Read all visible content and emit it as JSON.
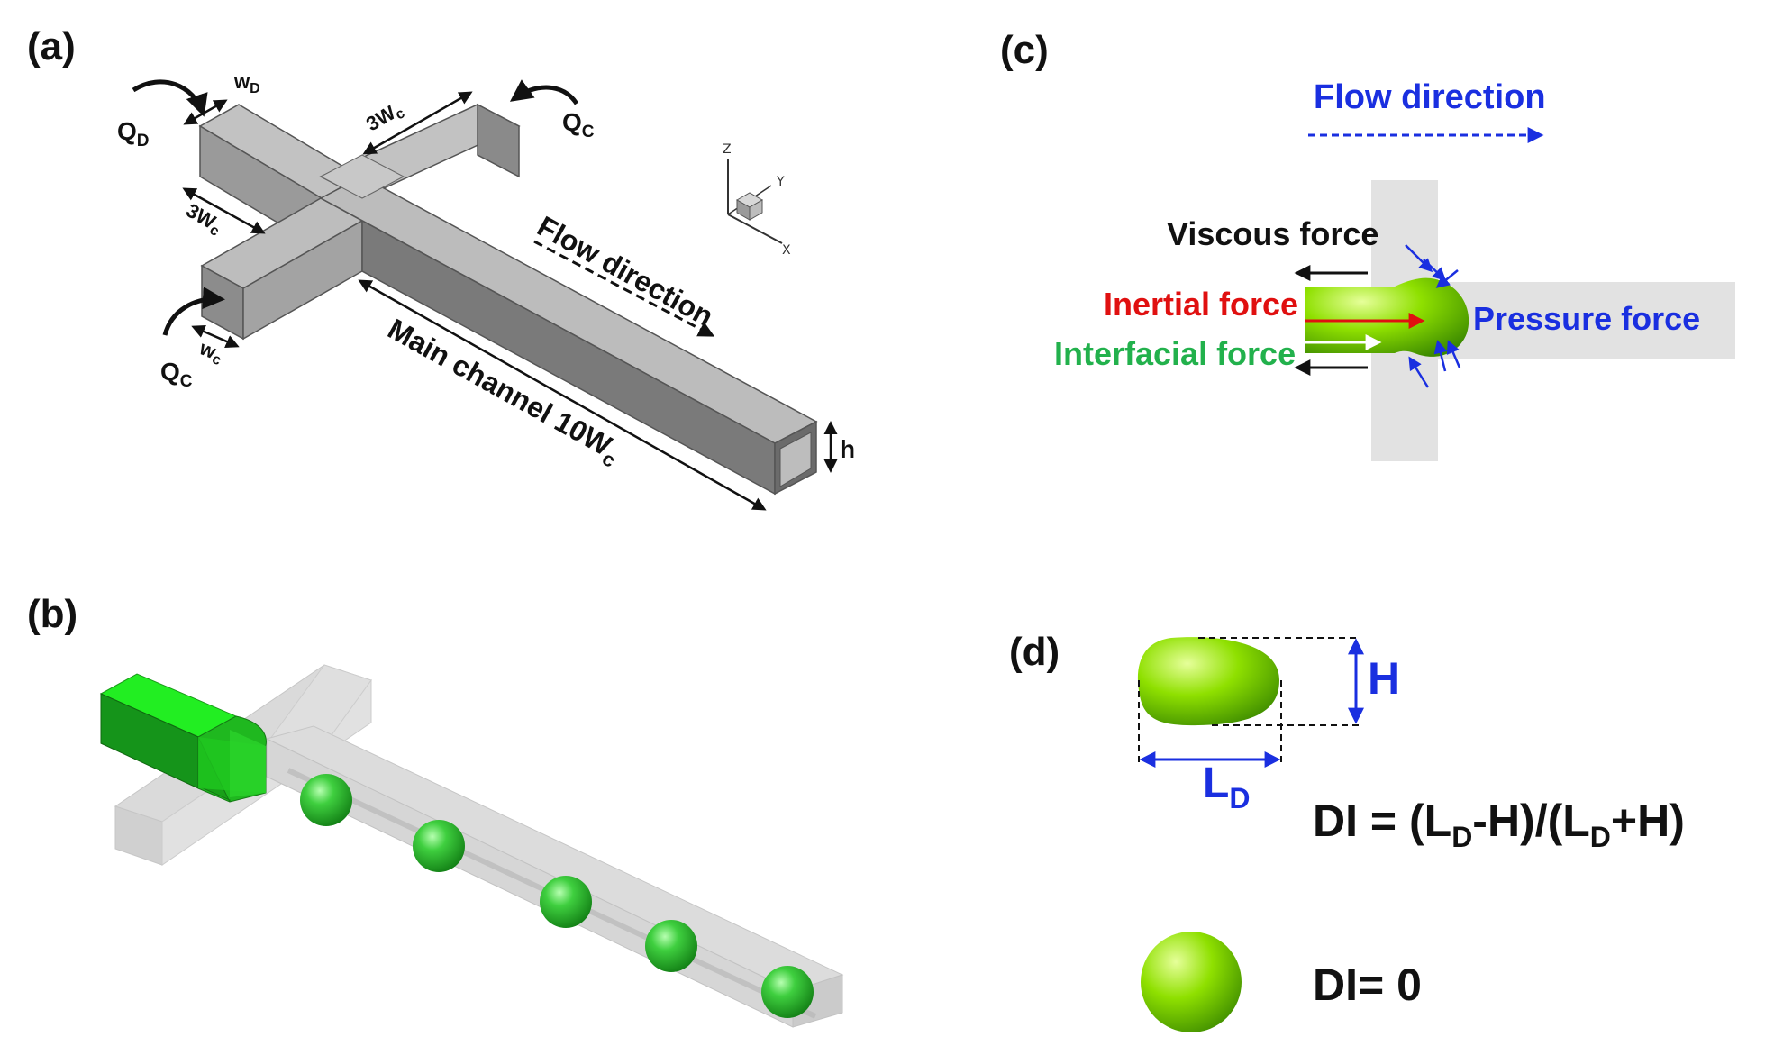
{
  "panels": {
    "a": {
      "label": "(a)",
      "q_d": "Q",
      "q_d_sub": "D",
      "w_d": "w",
      "w_d_sub": "D",
      "three_wc_top": "3W",
      "three_wc_top_sub": "c",
      "q_c_top": "Q",
      "q_c_top_sub": "C",
      "three_wc_left": "3W",
      "three_wc_left_sub": "c",
      "w_c": "w",
      "w_c_sub": "c",
      "q_c_bottom": "Q",
      "q_c_bottom_sub": "C",
      "flow_direction": "Flow direction",
      "main_channel": "Main channel 10W",
      "main_channel_sub": "c",
      "height": "h",
      "axis_z": "Z",
      "axis_y": "Y",
      "axis_x": "X"
    },
    "b": {
      "label": "(b)"
    },
    "c": {
      "label": "(c)",
      "flow_direction": "Flow direction",
      "viscous_force": "Viscous force",
      "inertial_force": "Inertial force",
      "interfacial_force": "Interfacial force",
      "pressure_force": "Pressure force"
    },
    "d": {
      "label": "(d)",
      "h_label": "H",
      "ld_main": "L",
      "ld_sub": "D",
      "formula_1": "DI = (L",
      "formula_sub1": "D",
      "formula_2": "-H)/(L",
      "formula_sub2": "D",
      "formula_3": "+H)",
      "di_zero": "DI= 0"
    }
  },
  "colors": {
    "channel_top": "#b9b9b9",
    "channel_side": "#8f8f8f",
    "channel_dark": "#6e6e6e",
    "droplet_green": "#2fbf2f",
    "lime": "#8ee000",
    "blue": "#1a2fe0",
    "red": "#e01010",
    "green_text": "#22b14c"
  }
}
